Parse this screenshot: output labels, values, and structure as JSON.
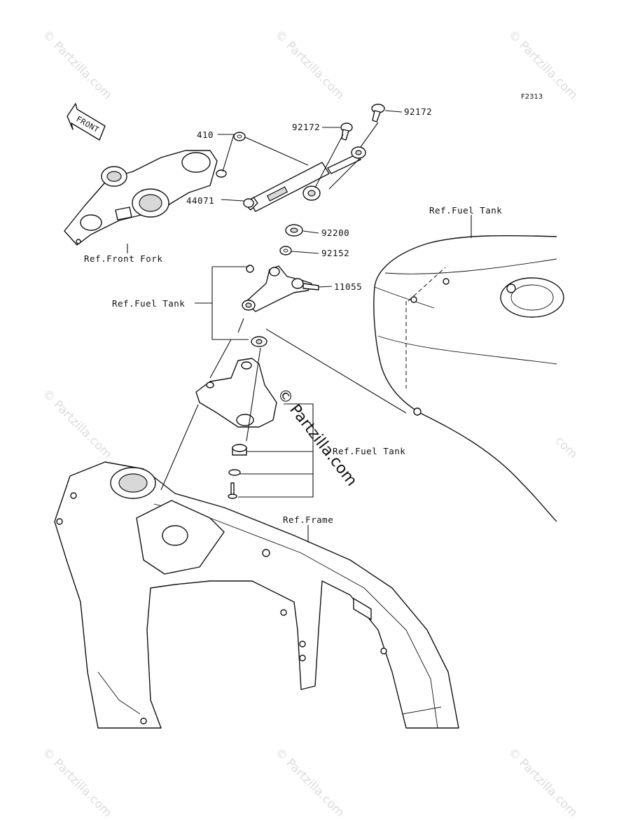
{
  "diagram_code": "F2313",
  "direction_arrow": "FRONT",
  "parts": {
    "p410": "410",
    "p44071": "44071",
    "p92172a": "92172",
    "p92172b": "92172",
    "p92200": "92200",
    "p92152": "92152",
    "p11055": "11055"
  },
  "references": {
    "front_fork": "Ref.Front Fork",
    "fuel_tank_top": "Ref.Fuel Tank",
    "fuel_tank_left": "Ref.Fuel Tank",
    "fuel_tank_mid": "Ref.Fuel Tank",
    "frame": "Ref.Frame"
  },
  "watermark": {
    "small": "© Partzilla.com",
    "center": "© Partzilla.com"
  }
}
